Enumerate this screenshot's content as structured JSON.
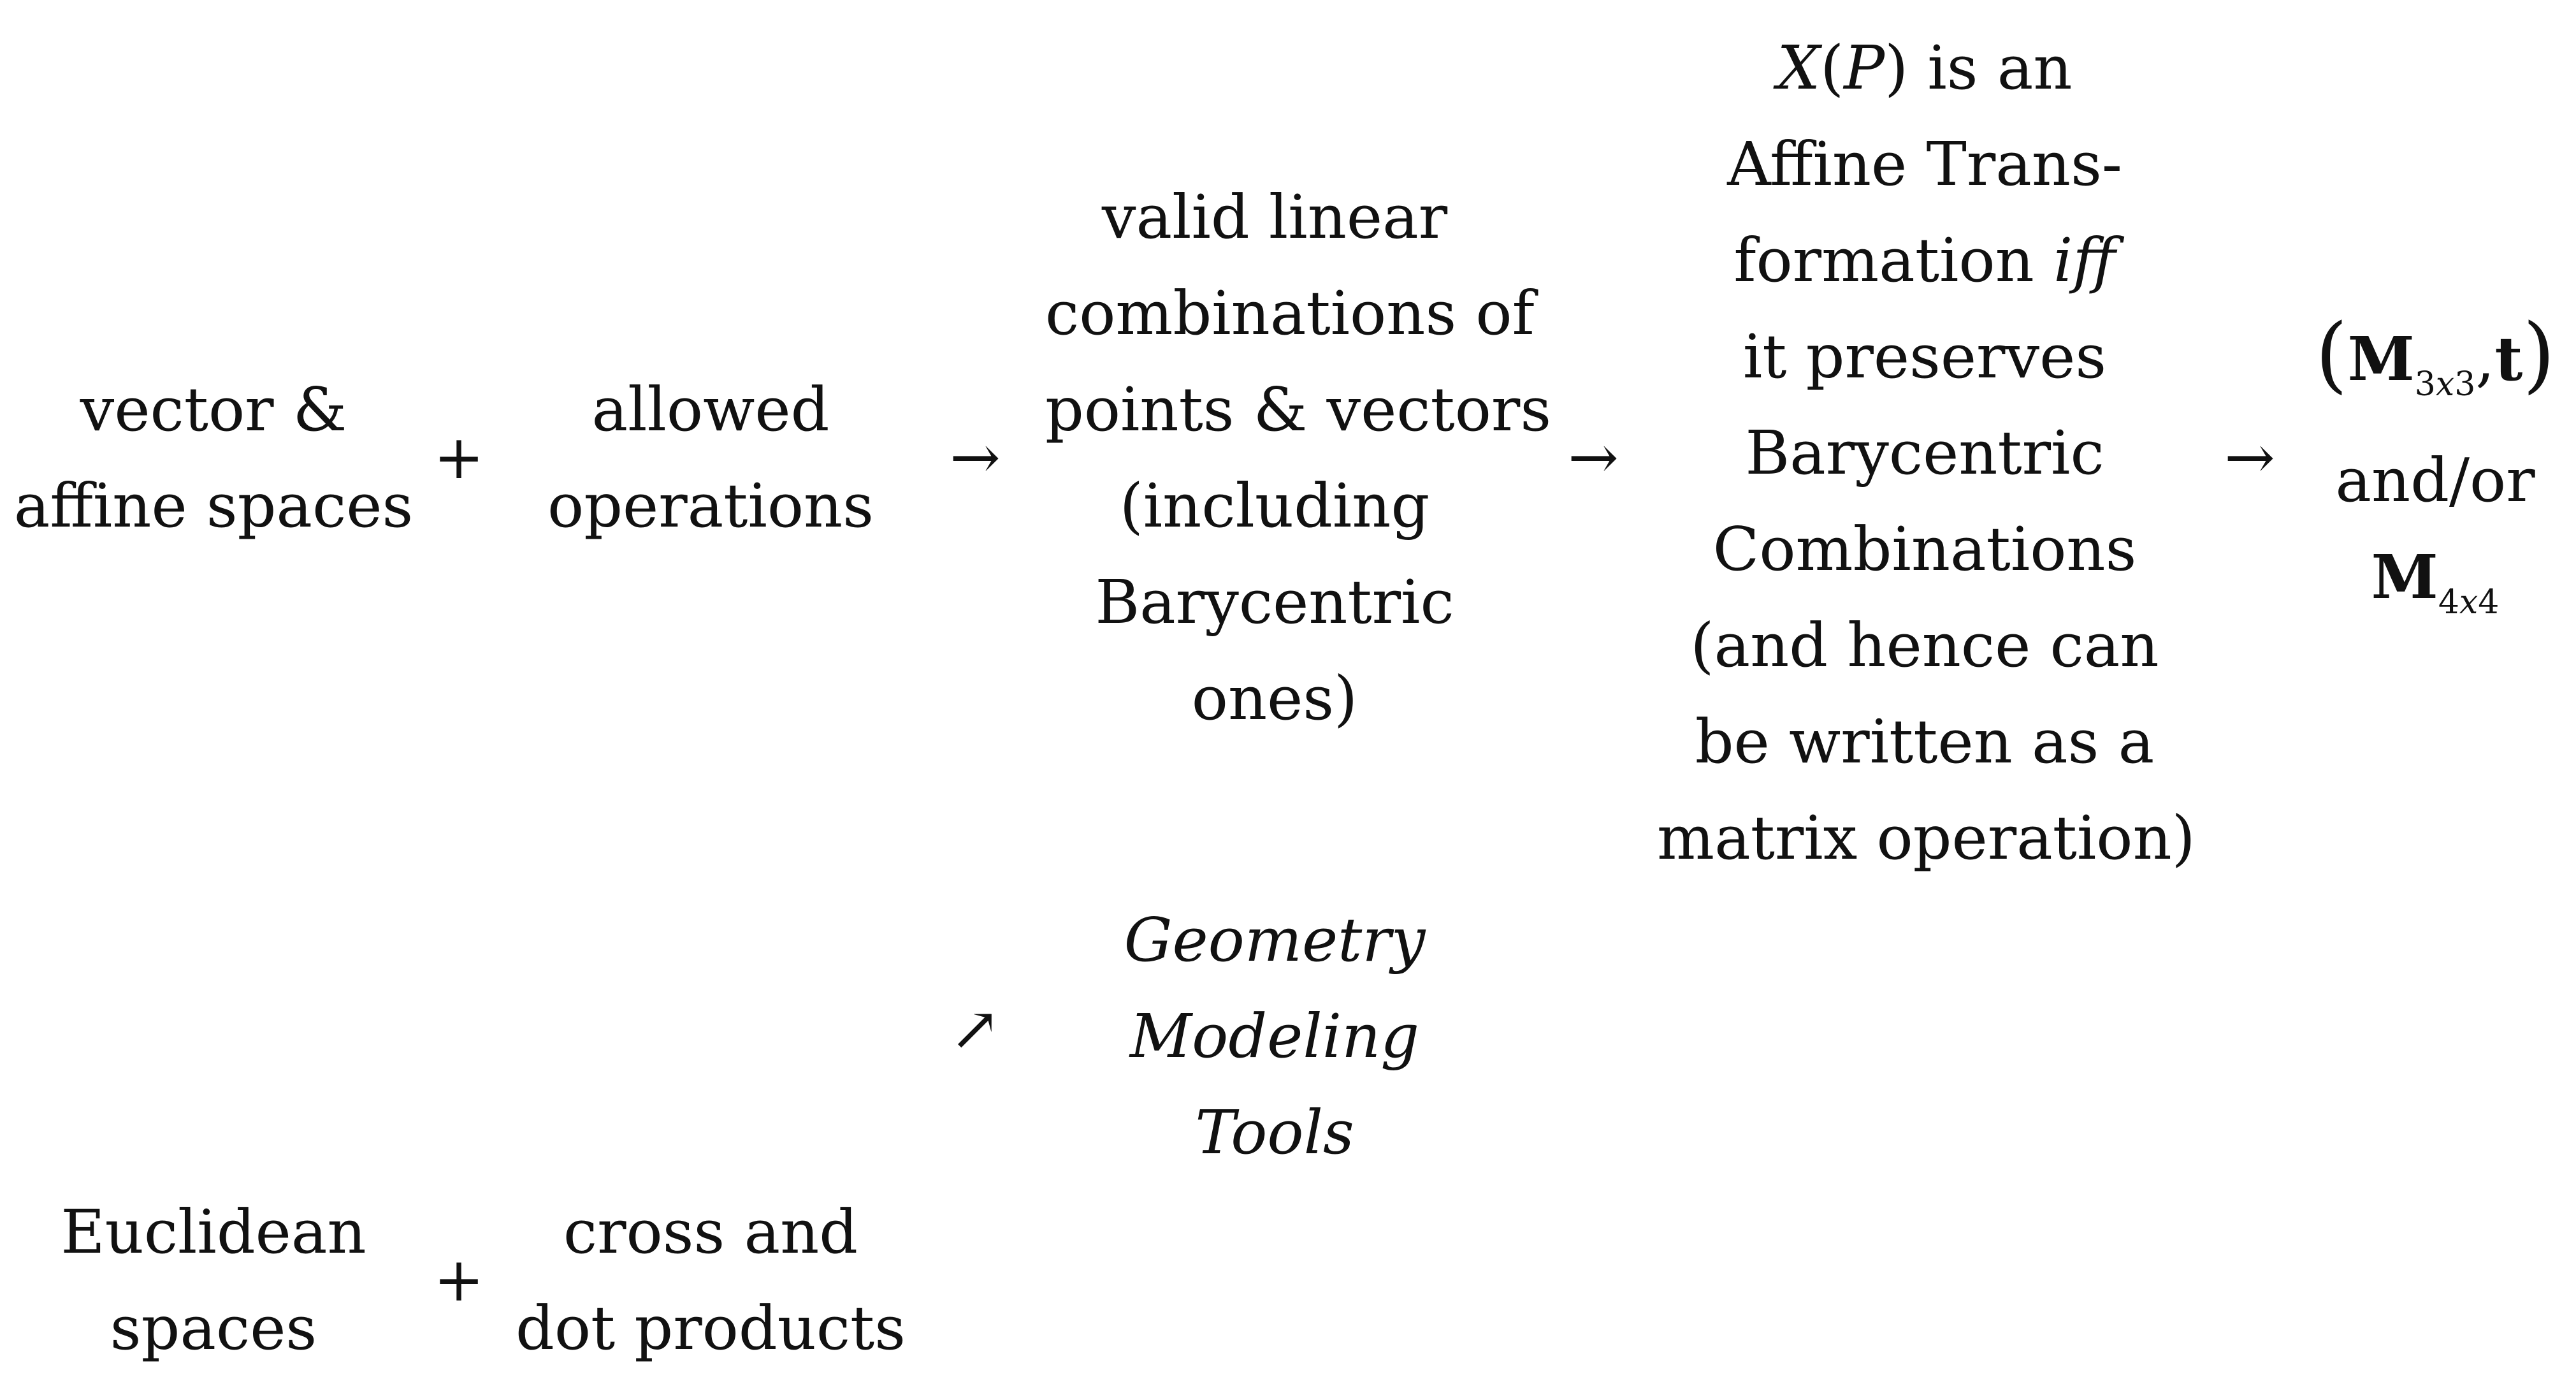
{
  "row1": {
    "col1": [
      "vector &",
      "affine spaces"
    ],
    "plus": "+",
    "col2": [
      "allowed",
      "operations"
    ],
    "arrow1": "→",
    "col3": [
      "valid linear",
      "combinations of",
      "points & vectors",
      "(including",
      "Barycentric",
      "ones)"
    ],
    "arrow2": "→",
    "col4": {
      "line1": {
        "x": "X",
        "open": "(",
        "p": "P",
        "close": ")",
        "rest": " is an"
      },
      "line2": "Affine Trans-",
      "line3_plain": "formation ",
      "line3_italic": "iff",
      "lines_rest": [
        "it preserves",
        "Barycentric",
        "Combinations",
        "(and hence can",
        "be written as a",
        "matrix operation)"
      ]
    },
    "arrow3": "→",
    "col5": {
      "paren_open": "(",
      "m1": "M",
      "m1_sub_a": "3",
      "m1_sub_x": "x",
      "m1_sub_b": "3",
      "comma": ",",
      "t": "t",
      "paren_close": ")",
      "and_or": "and/or",
      "m2": "M",
      "m2_sub_a": "4",
      "m2_sub_x": "x",
      "m2_sub_b": "4"
    }
  },
  "diag_arrow": "↗",
  "tools": [
    "Geometry",
    "Modeling",
    "Tools"
  ],
  "row2": {
    "col1": [
      "Euclidean",
      "spaces"
    ],
    "plus": "+",
    "col2": [
      "cross and",
      "dot products"
    ]
  }
}
